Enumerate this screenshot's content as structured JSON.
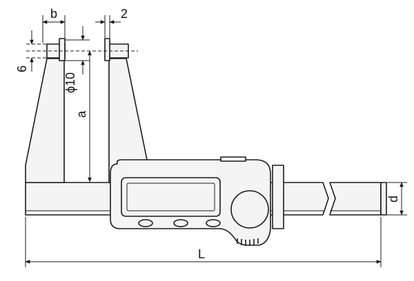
{
  "labels": {
    "b": "b",
    "two": "2",
    "six": "6",
    "phi10": "ϕ10",
    "a": "a",
    "d": "d",
    "L": "L"
  }
}
